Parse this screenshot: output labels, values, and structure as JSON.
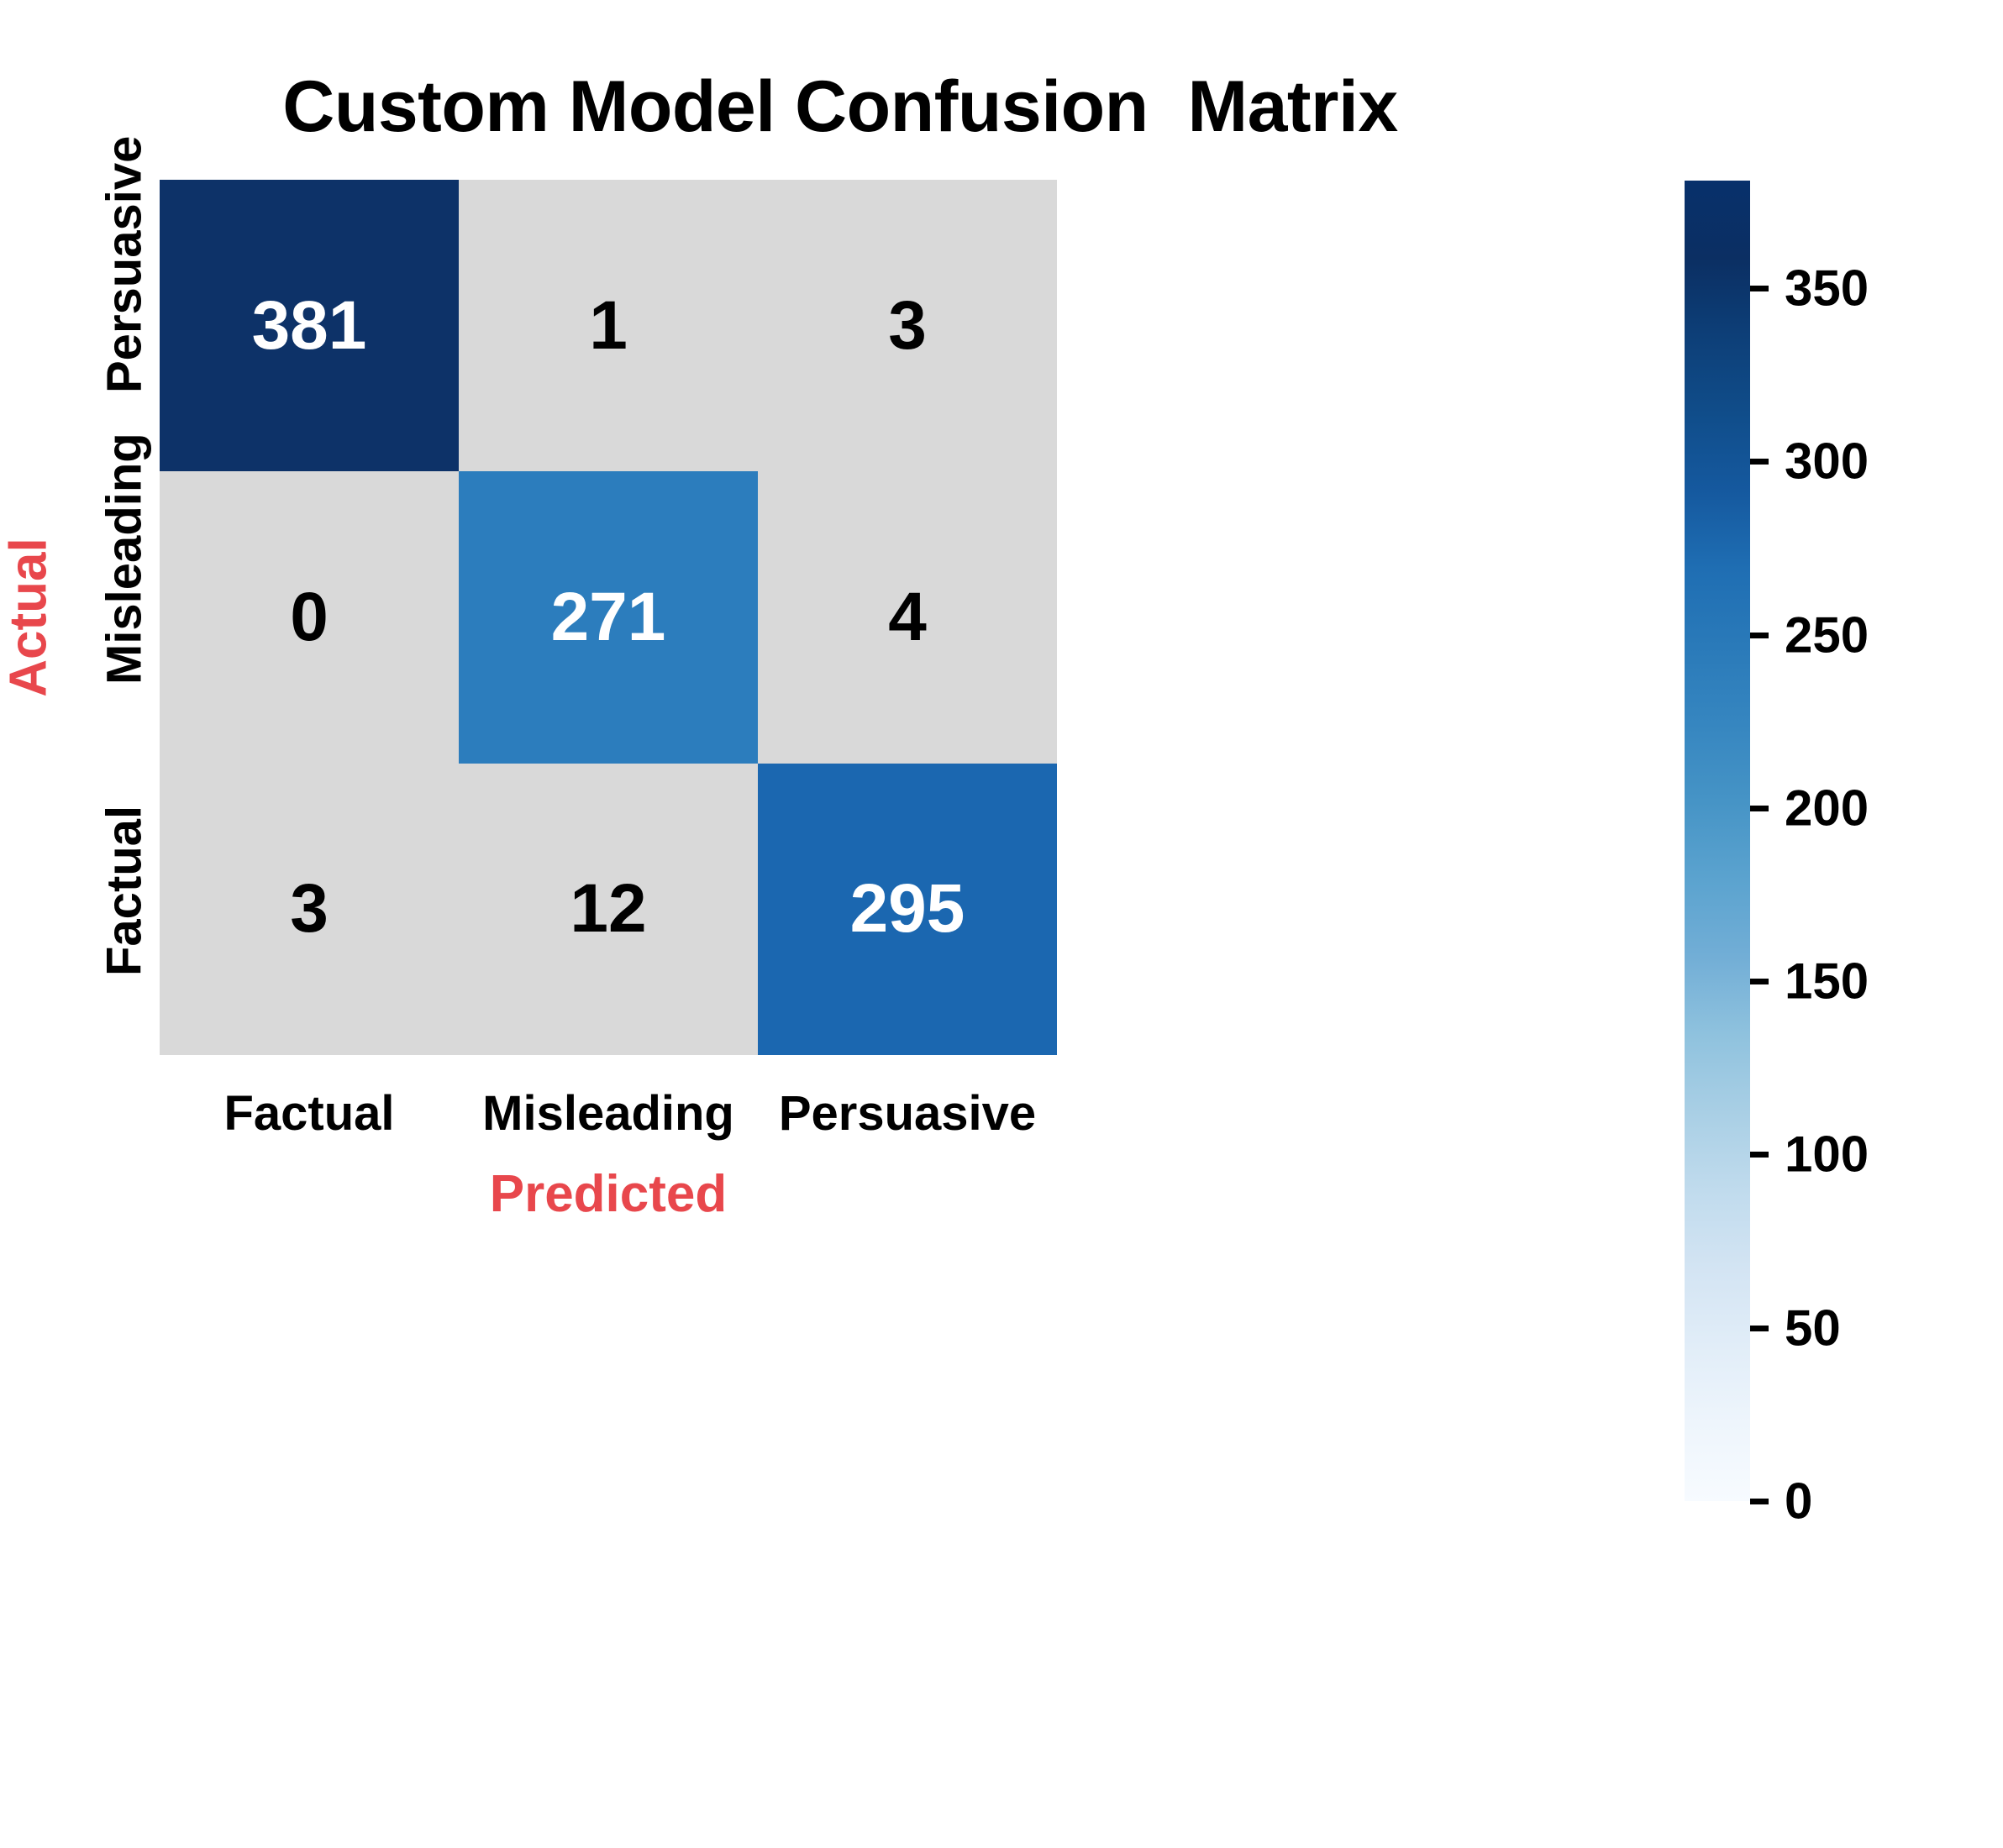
{
  "chart_data": {
    "type": "heatmap",
    "title": "Custom Model Confusion  Matrix",
    "xlabel": "Predicted",
    "ylabel": "Actual",
    "x_categories": [
      "Factual",
      "Misleading",
      "Persuasive"
    ],
    "y_categories": [
      "Persuasive",
      "Misleading",
      "Factual"
    ],
    "matrix": [
      [
        381,
        1,
        3
      ],
      [
        0,
        271,
        4
      ],
      [
        3,
        12,
        295
      ]
    ],
    "cell_colors": [
      [
        "#0d3268",
        "#d9d9d9",
        "#d9d9d9"
      ],
      [
        "#d9d9d9",
        "#2c7dbd",
        "#d9d9d9"
      ],
      [
        "#d9d9d9",
        "#d9d9d9",
        "#1b67b0"
      ]
    ],
    "cell_text_colors": [
      [
        "#ffffff",
        "#000000",
        "#000000"
      ],
      [
        "#000000",
        "#ffffff",
        "#000000"
      ],
      [
        "#000000",
        "#000000",
        "#ffffff"
      ]
    ],
    "colorbar": {
      "ticks": [
        350,
        300,
        250,
        200,
        150,
        100,
        50,
        0
      ],
      "tick_labels": [
        "350",
        "300",
        "250",
        "200",
        "150",
        "100",
        "50",
        "0"
      ],
      "vmin": 0,
      "vmax": 381,
      "colormap": "Blues",
      "position": "right"
    },
    "axis_label_color": "#e8474c",
    "grid": false,
    "annotations_shown": true
  }
}
